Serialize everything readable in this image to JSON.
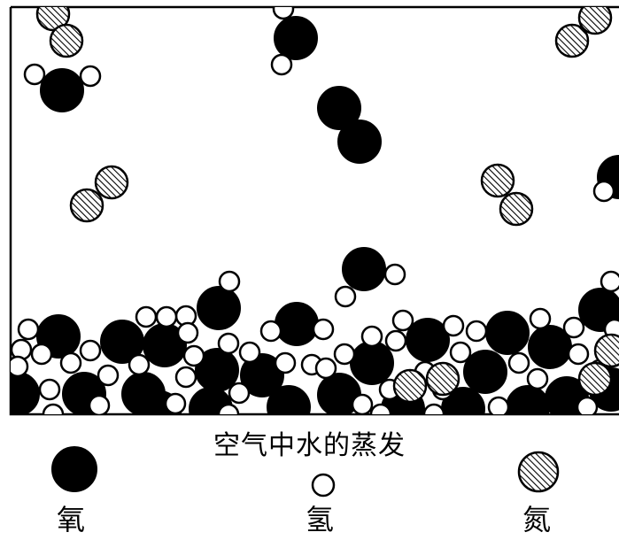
{
  "caption": "空气中水的蒸发",
  "legend": {
    "oxygen": "氧",
    "hydrogen": "氢",
    "nitrogen": "氮"
  },
  "colors": {
    "oxygen_fill": "#000000",
    "hydrogen_fill": "#ffffff",
    "nitrogen_hatch": "#000000",
    "stroke": "#000000"
  }
}
